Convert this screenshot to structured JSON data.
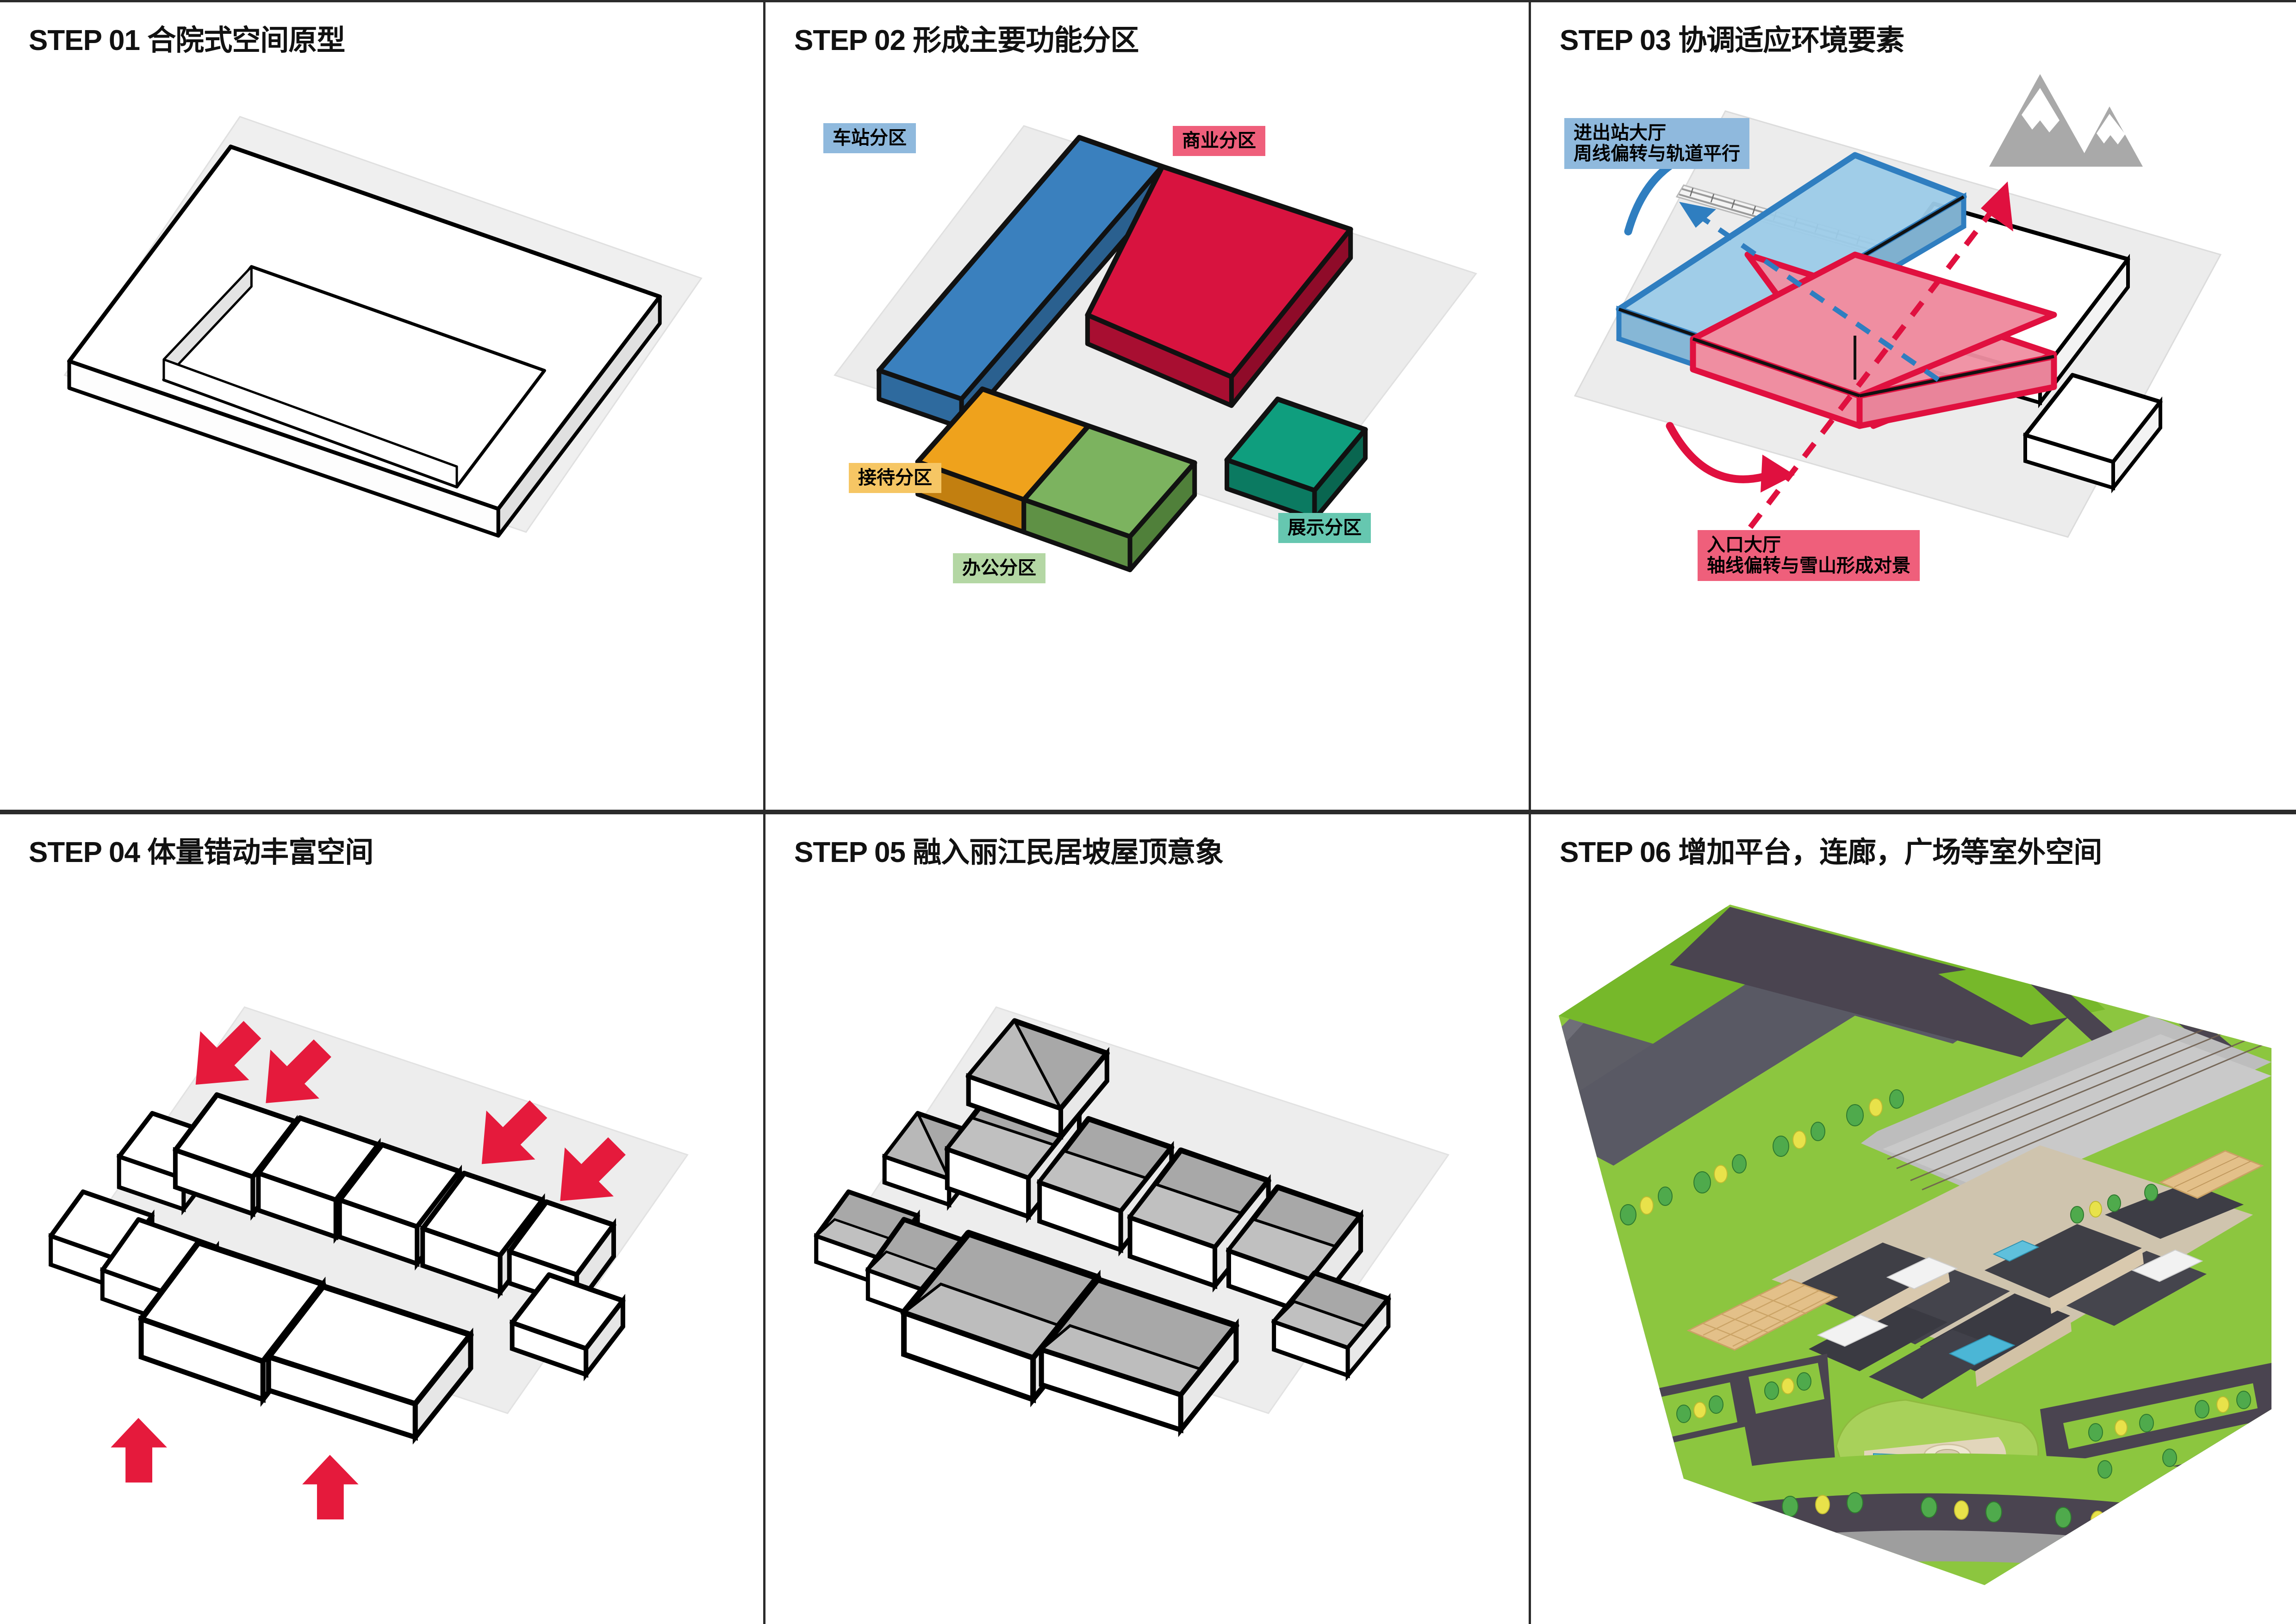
{
  "page": {
    "kind": "architectural-concept-diagram-sheet",
    "panel_count": 6,
    "background": "#ffffff",
    "divider_color": "#2b2b2b"
  },
  "panels": [
    {
      "id": "step01",
      "title": "STEP 01 合院式空间原型",
      "step_number": "STEP 01",
      "step_name": "合院式空间原型",
      "description": "Courtyard-type spatial prototype: a single rectangular ring volume set on a light grey site plate, drawn as a white isometric wireframe with heavy black outlines.",
      "labels": [],
      "colors": {
        "volume_fill": "#ffffff",
        "outline": "#000000",
        "site_plate": "#eeeeee"
      }
    },
    {
      "id": "step02",
      "title": "STEP 02 形成主要功能分区",
      "step_number": "STEP 02",
      "step_name": "形成主要功能分区",
      "description": "Forming the main functional zones: the ring volume is split into five colour-coded programme bars on the grey site plate.",
      "labels": [
        {
          "key": "station",
          "text": "车站分区",
          "bg": "#8fb9dd",
          "zone_color": "#3a80be"
        },
        {
          "key": "commercial",
          "text": "商业分区",
          "bg": "#ef5f7b",
          "zone_color": "#d8133f"
        },
        {
          "key": "reception",
          "text": "接待分区",
          "bg": "#f6c664",
          "zone_color": "#efa21c"
        },
        {
          "key": "office",
          "text": "办公分区",
          "bg": "#b4d7a4",
          "zone_color": "#7cb35f"
        },
        {
          "key": "exhibition",
          "text": "展示分区",
          "bg": "#66c7b0",
          "zone_color": "#0f9e7e"
        }
      ],
      "colors": {
        "site_plate": "#ebebeb",
        "outline": "#000000"
      }
    },
    {
      "id": "step03",
      "title": "STEP 03 协调适应环境要素",
      "step_number": "STEP 03",
      "step_name": "协调适应环境要素",
      "description": "Coordinating with environmental elements: the station hall bar rotates parallel to the rail line while the entry hall bar rotates to frame a view of the snow mountain.",
      "labels": [
        {
          "key": "station-hall",
          "lines": [
            "进出站大厅",
            "周线偏转与轨道平行"
          ],
          "bg": "#8fb9dd",
          "accent": "#2f7ec0"
        },
        {
          "key": "entry-hall",
          "lines": [
            "入口大厅",
            "轴线偏转与雪山形成对景"
          ],
          "bg": "#ef5f7b",
          "accent": "#e0103f"
        }
      ],
      "icons": [
        {
          "name": "mountain-icon",
          "color": "#a9a9a9",
          "meaning": "snow mountain view target"
        }
      ],
      "colors": {
        "highlight_blue_fill": "#9ccbe8",
        "highlight_blue_stroke": "#2f7ec0",
        "highlight_red_fill": "#ef8ea1",
        "highlight_red_stroke": "#e0103f",
        "site_plate": "#ececec",
        "rail": "#9a9a9a"
      }
    },
    {
      "id": "step04",
      "title": "STEP 04 体量错动丰富空间",
      "step_number": "STEP 04",
      "step_name": "体量错动丰富空间",
      "description": "Staggering the masses to enrich space: the bars are broken into individual white blocks that slide in and out, indicated by red push arrows on both long sides.",
      "labels": [],
      "arrows": {
        "color": "#e51a3c",
        "top_count": 4,
        "top_direction": "down-left",
        "bottom_count": 2,
        "bottom_direction": "up"
      },
      "colors": {
        "volume_fill": "#ffffff",
        "outline": "#000000",
        "site_plate": "#ededed"
      }
    },
    {
      "id": "step05",
      "title": "STEP 05 融入丽江民居坡屋顶意象",
      "step_number": "STEP 05",
      "step_name": "融入丽江民居坡屋顶意象",
      "description": "Integrating the pitched-roof imagery of Lijiang vernacular dwellings: every staggered block receives a grey hipped / gabled roof.",
      "labels": [],
      "colors": {
        "roof_fill": "#a8a8a8",
        "wall_fill": "#ffffff",
        "outline": "#000000",
        "site_plate": "#ededed"
      }
    },
    {
      "id": "step06",
      "title": "STEP 06 增加平台，连廊，广场等室外空间",
      "step_number": "STEP 06",
      "step_name": "增加平台，连廊，广场等室外空间",
      "description": "Adding platforms, connecting galleries, plazas and other outdoor spaces: a full colour aerial rendering of the completed station complex with green belts, car parks, a central water plaza and the rail line.",
      "labels": [],
      "colors": {
        "grass_light": "#8cc63f",
        "grass_mid": "#76b82a",
        "asphalt": "#4a4450",
        "roof_dark": "#3f3f46",
        "paving": "#cfc4ae",
        "water": "#4bb6d6",
        "timber": "#e3c089",
        "rail_grey": "#b9b9b9",
        "tree_green": "#4faa4c",
        "tree_yellow": "#e8e24a"
      }
    }
  ]
}
